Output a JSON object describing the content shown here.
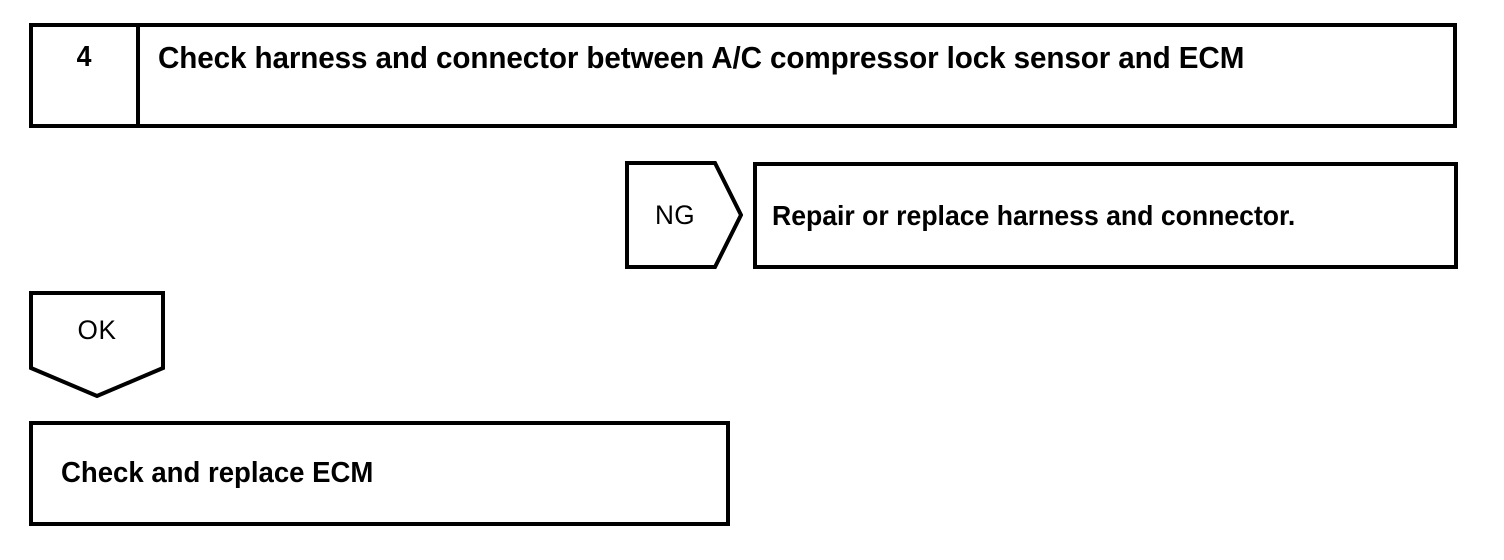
{
  "page": {
    "background_color": "#ffffff",
    "line_color": "#000000",
    "text_color": "#000000"
  },
  "step_header": {
    "number": "4",
    "title": "Check harness and connector between A/C compressor lock sensor and ECM"
  },
  "branches": [
    {
      "result_label": "NG",
      "direction": "right",
      "action": "Repair or replace harness and connector."
    },
    {
      "result_label": "OK",
      "direction": "down",
      "action": "Check and replace ECM"
    }
  ],
  "ng_branch": {
    "label": "NG",
    "action": "Repair or replace harness and connector."
  },
  "ok_branch": {
    "label": "OK",
    "action": "Check and replace ECM"
  }
}
